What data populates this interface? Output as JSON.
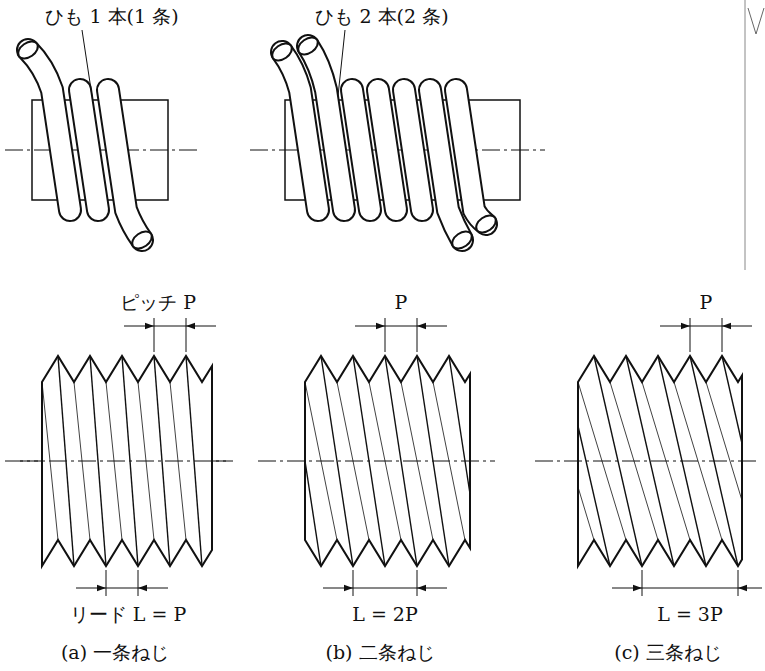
{
  "diagram": {
    "labels": [
      "ひも 1 本(1 条)",
      "ひも 2 本(2 条)",
      "ピッチ P",
      "P",
      "P",
      "リード L = P",
      "L = 2P",
      "L = 3P",
      "(a) 一条ねじ",
      "(b) 二条ねじ",
      "(c) 三条ねじ"
    ]
  }
}
